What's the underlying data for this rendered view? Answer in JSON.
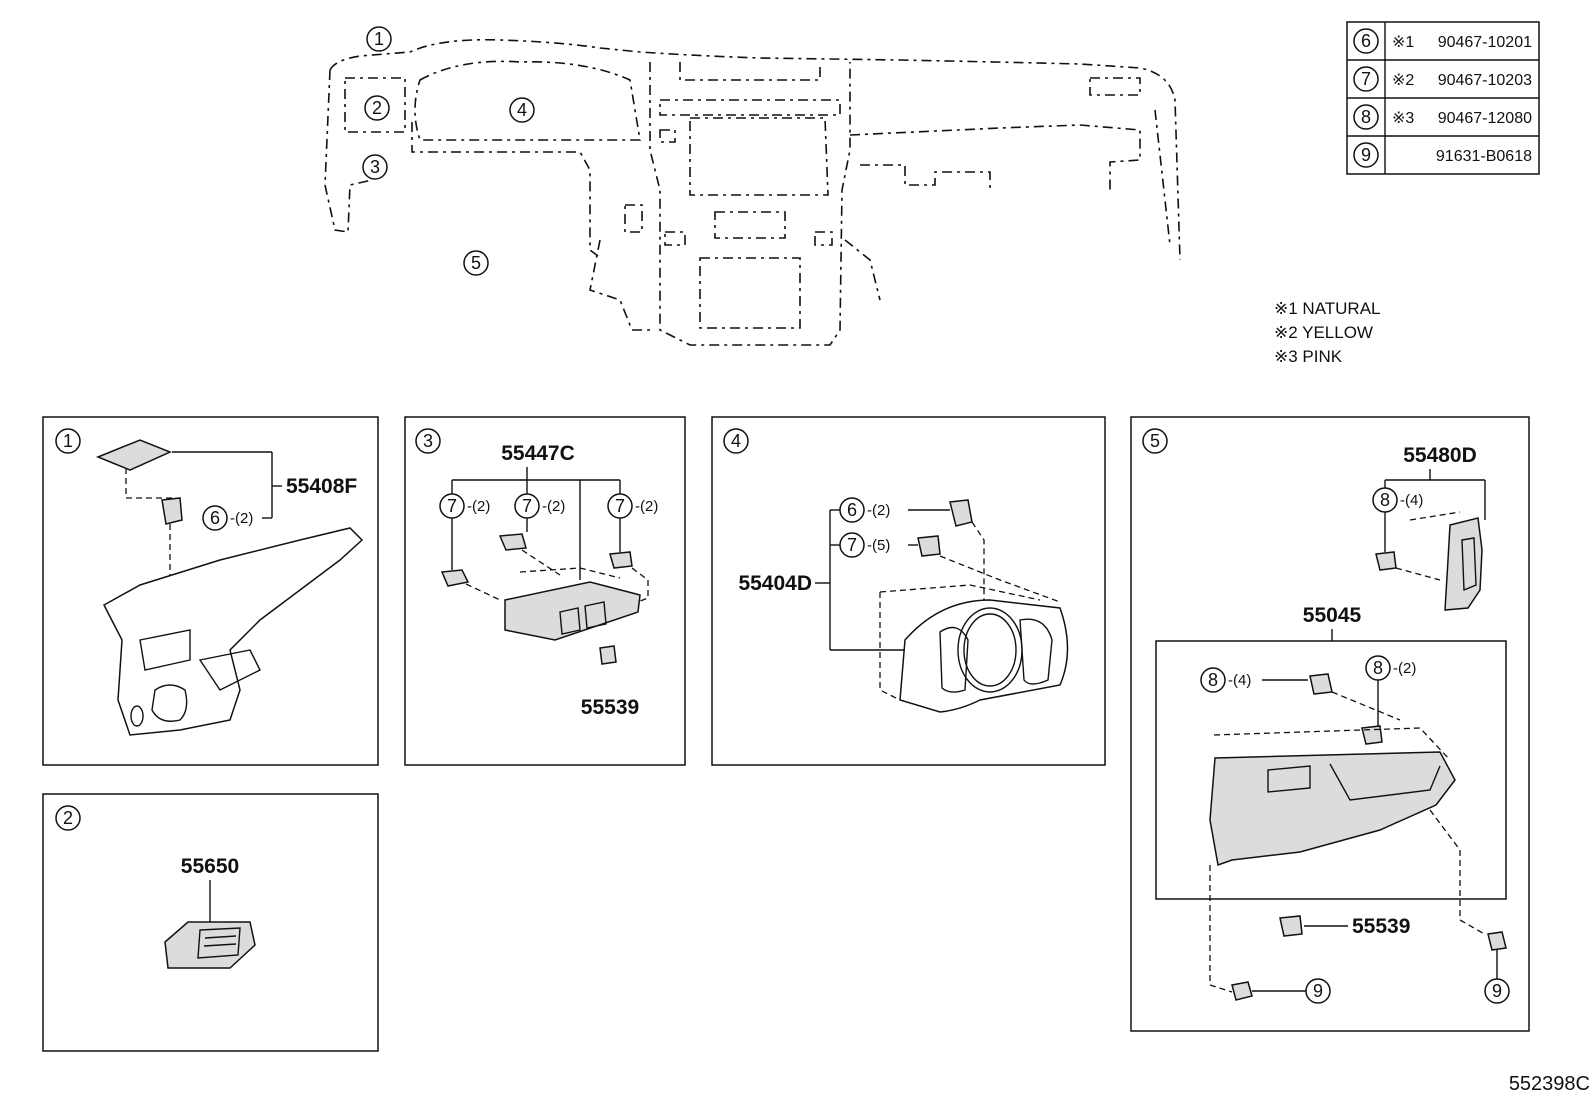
{
  "callouts": {
    "c1": "1",
    "c2": "2",
    "c3": "3",
    "c4": "4",
    "c5": "5",
    "c6": "6",
    "c7": "7",
    "c8": "8",
    "c9": "9"
  },
  "table": {
    "rows": [
      {
        "ref": "6",
        "mark": "※1",
        "part": "90467-10201"
      },
      {
        "ref": "7",
        "mark": "※2",
        "part": "90467-10203"
      },
      {
        "ref": "8",
        "mark": "※3",
        "part": "90467-12080"
      },
      {
        "ref": "9",
        "mark": "",
        "part": "91631-B0618"
      }
    ]
  },
  "notes": [
    "※1 NATURAL",
    "※2 YELLOW",
    "※3 PINK"
  ],
  "panel1": {
    "part": "55408F",
    "qty": "-(2)"
  },
  "panel2": {
    "part": "55650"
  },
  "panel3": {
    "part_top": "55447C",
    "part_bottom": "55539",
    "qty": "-(2)"
  },
  "panel4": {
    "part": "55404D",
    "qty_a": "-(2)",
    "qty_b": "-(5)"
  },
  "panel5": {
    "part_top": "55480D",
    "part_mid": "55045",
    "part_clip": "55539",
    "qty_top": "-(4)",
    "qty_left": "-(4)",
    "qty_right": "-(2)"
  },
  "diagram_id": "552398C"
}
